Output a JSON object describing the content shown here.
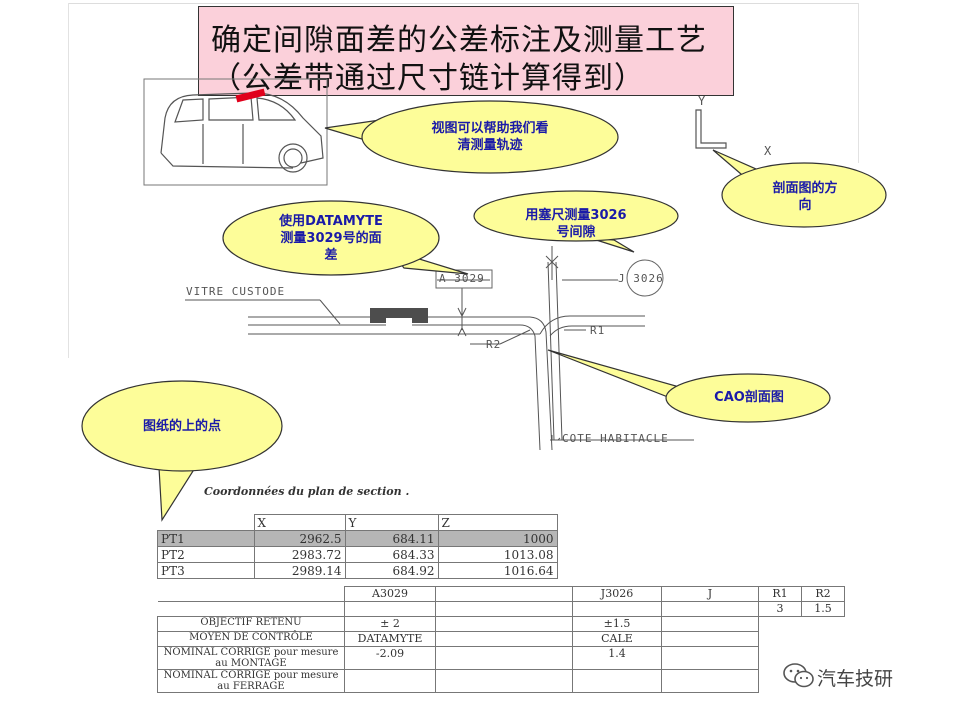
{
  "title": {
    "line1": "确定间隙面差的公差标注及测量工艺",
    "line2": "（公差带通过尺寸链计算得到）"
  },
  "callouts": {
    "view": [
      "视图可以帮助我们看",
      "清测量轨迹"
    ],
    "section_dir": [
      "剖面图的方",
      "向"
    ],
    "datamyte": [
      "使用DATAMYTE",
      "测量3029号的面",
      "差"
    ],
    "feeler": [
      "用塞尺测量3026",
      "号间隙"
    ],
    "cao": [
      "CAO剖面图"
    ],
    "points": [
      "图纸的上的点"
    ]
  },
  "axes": {
    "y": "Y",
    "x": "X"
  },
  "drawing": {
    "vitre": "VITRE CUSTODE",
    "a_label": "A 3029",
    "j_label": "J 3026",
    "r1": "R1",
    "r2": "R2",
    "cote": "COTE HABITACLE"
  },
  "coords": {
    "title": "Coordonnées du plan de section .",
    "headers": [
      "X",
      "Y",
      "Z"
    ],
    "rows": [
      {
        "name": "PT1",
        "x": "2962.5",
        "y": "684.11",
        "z": "1000"
      },
      {
        "name": "PT2",
        "x": "2983.72",
        "y": "684.33",
        "z": "1013.08"
      },
      {
        "name": "PT3",
        "x": "2989.14",
        "y": "684.92",
        "z": "1016.64"
      }
    ]
  },
  "measure": {
    "headers": [
      "A3029",
      "",
      "J3026",
      "J",
      "R1",
      "R2"
    ],
    "r_values": [
      "3",
      "1.5"
    ],
    "rows": [
      {
        "label": "OBJECTIF RETENU",
        "a": "± 2",
        "j": "±1.5"
      },
      {
        "label": "MOYEN DE CONTRÔLE",
        "a": "DATAMYTE",
        "j": "CALE"
      },
      {
        "label": "NOMINAL CORRIGE pour mesure au MONTAGE",
        "a": "-2.09",
        "j": "1.4"
      },
      {
        "label": "NOMINAL CORRIGE pour mesure au FERRAGE",
        "a": "",
        "j": ""
      }
    ]
  },
  "watermark": "汽车技研",
  "colors": {
    "title_bg": "#fbd0da",
    "bubble_fill": "#fdfd99",
    "callout_text": "#1a1aa8",
    "marker": "#e0001b"
  }
}
